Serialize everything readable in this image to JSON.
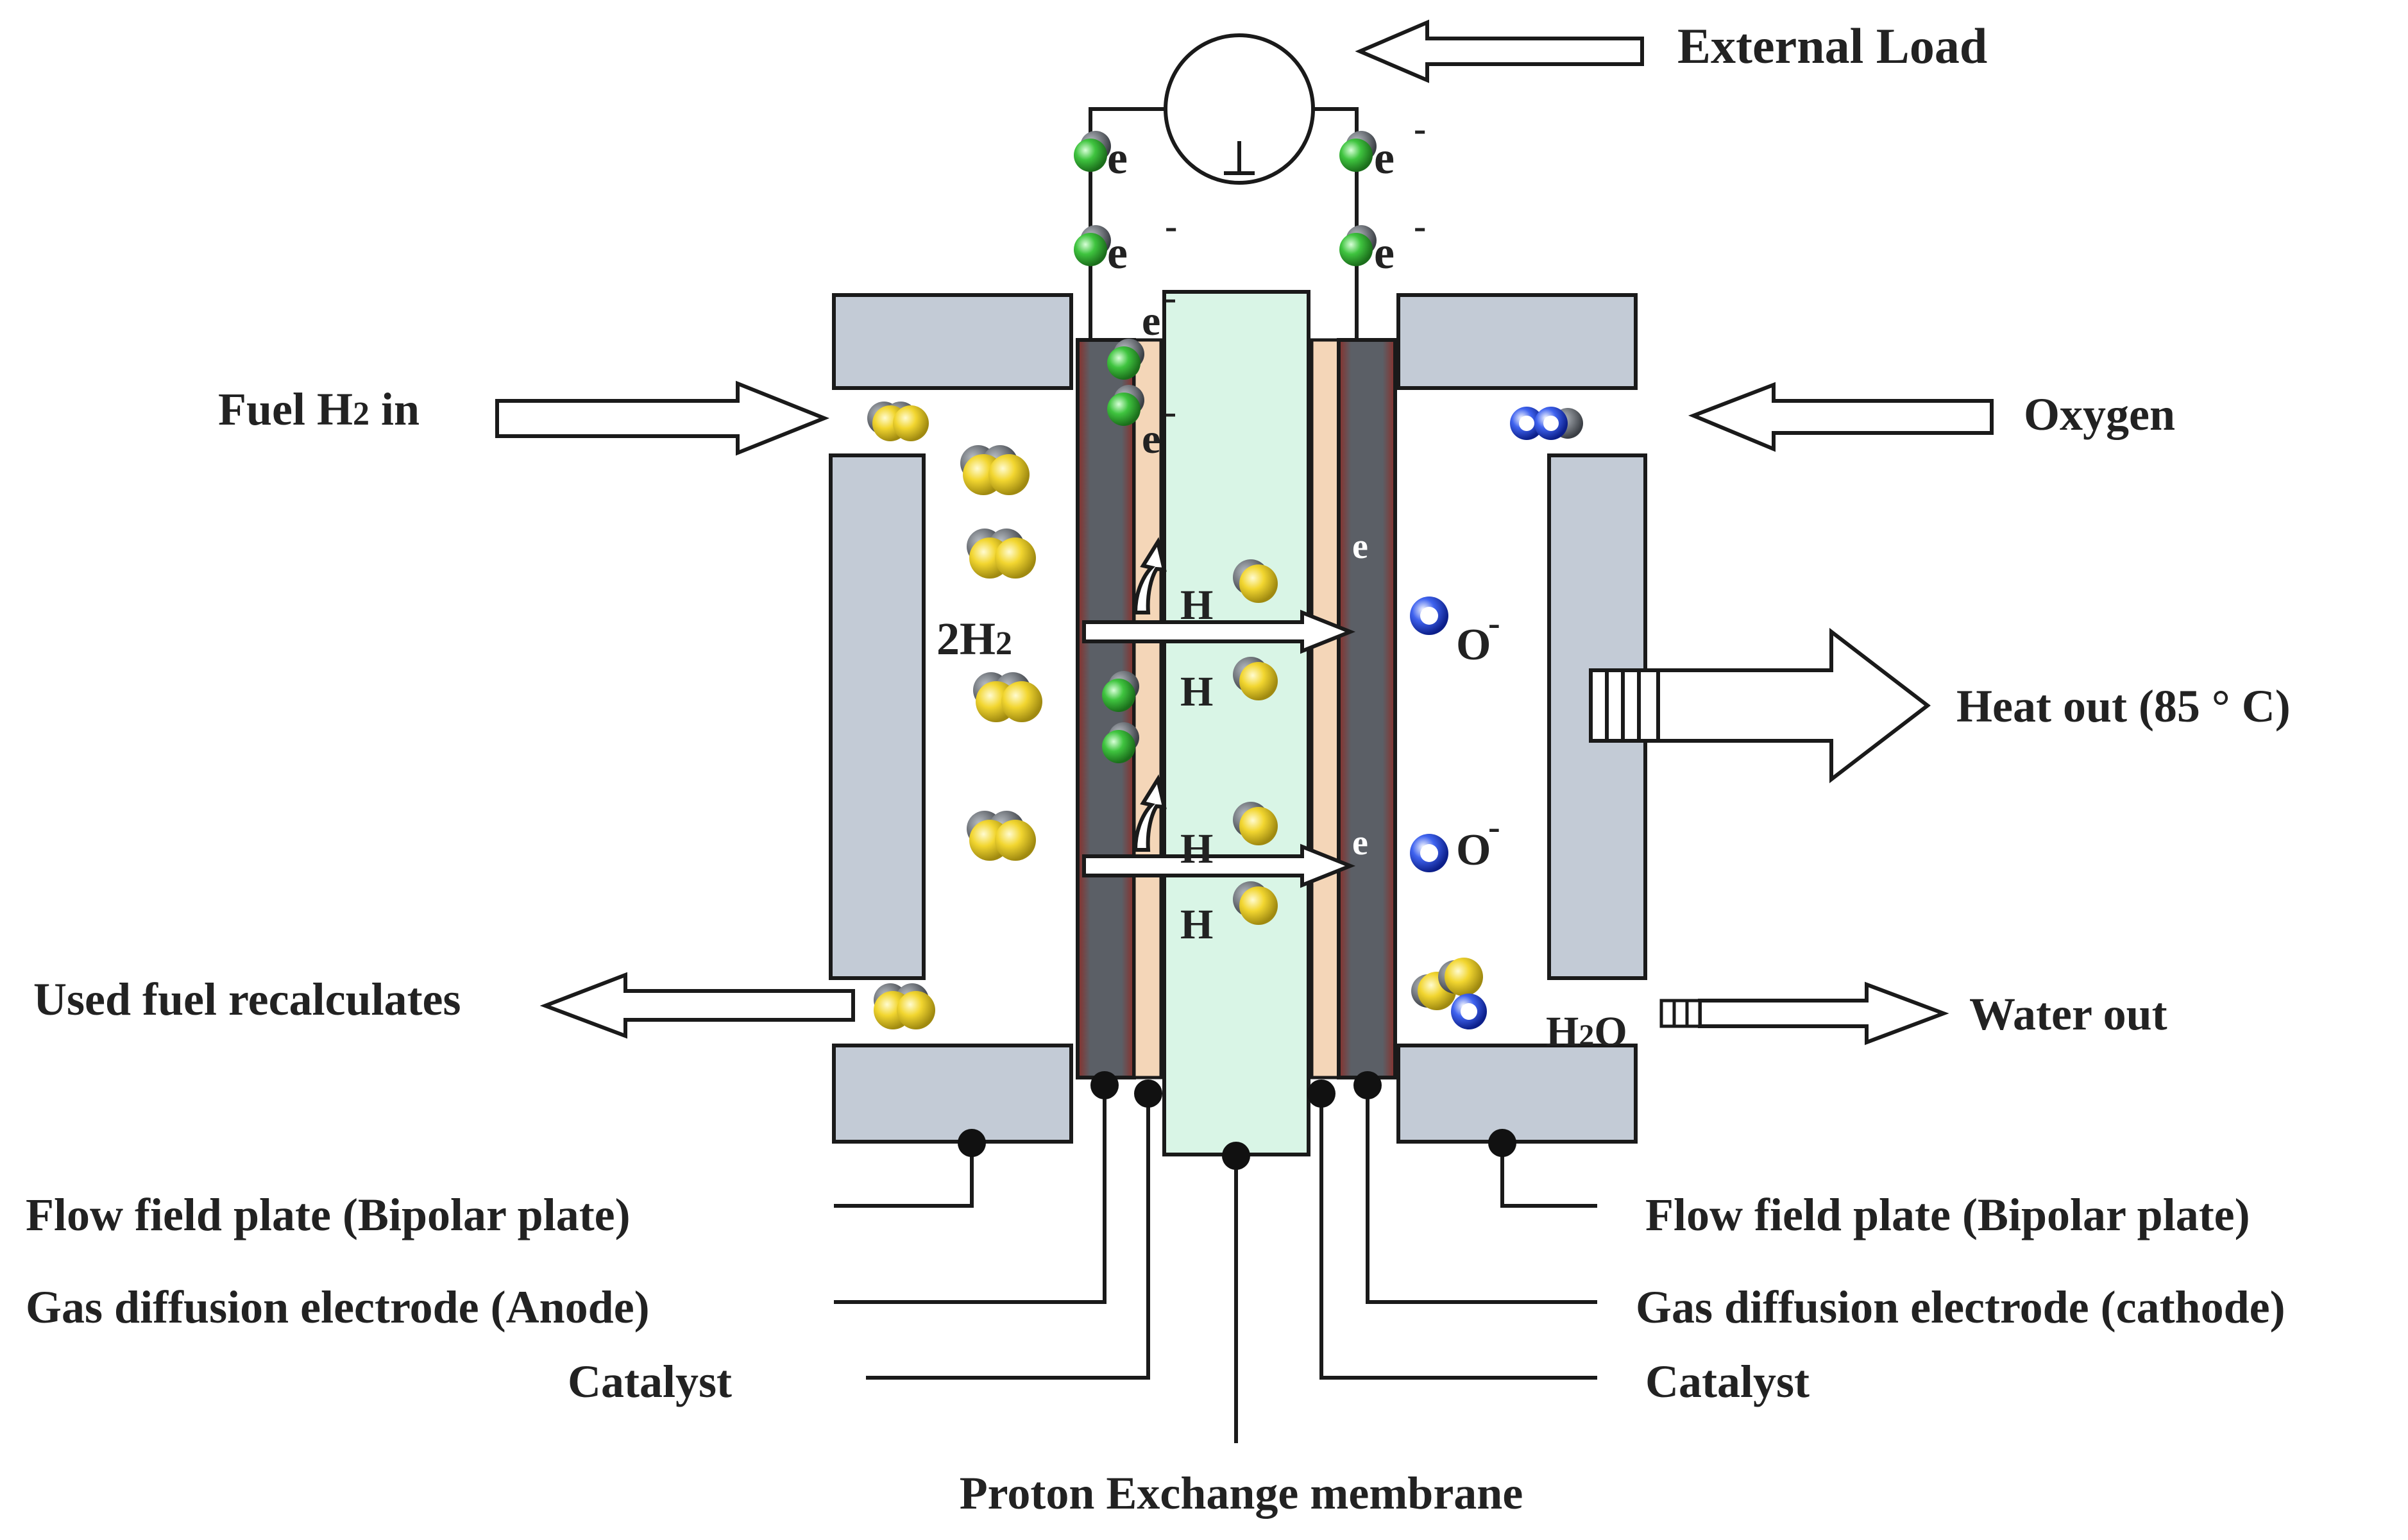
{
  "labels": {
    "external_load": "External Load",
    "fuel_in_prefix": "Fuel H",
    "fuel_in_sub": "2",
    "fuel_in_suffix": " in",
    "oxygen": "Oxygen",
    "heat_out": "Heat out (85 ° C)",
    "water_out": "Water out",
    "used_fuel": "Used fuel recalculates",
    "two_h2_prefix": "2H",
    "two_h2_sub": "2",
    "h2o_prefix": "H",
    "h2o_sub": "2",
    "h2o_suffix": "O",
    "electron": "e",
    "minus": "-",
    "proton": "H",
    "oxygen_ion": "O",
    "flow_field_left": "Flow field plate (Bipolar plate)",
    "flow_field_right": "Flow field plate (Bipolar plate)",
    "gde_anode": "Gas diffusion electrode (Anode)",
    "gde_cathode": "Gas diffusion electrode (cathode)",
    "catalyst_left": "Catalyst",
    "catalyst_right": "Catalyst",
    "pem": "Proton Exchange membrane"
  },
  "colors": {
    "plate": "#c3cbd6",
    "membrane": "#d9f5e6",
    "catalyst": "#f4d6b8",
    "electrode_core": "#5b5f66",
    "electrode_edge": "#8a2f2a",
    "hydrogen": "#f2d630",
    "electron": "#3fc43f",
    "oxygen": "#1f3fcf",
    "molecule_dark": "#555a60"
  }
}
